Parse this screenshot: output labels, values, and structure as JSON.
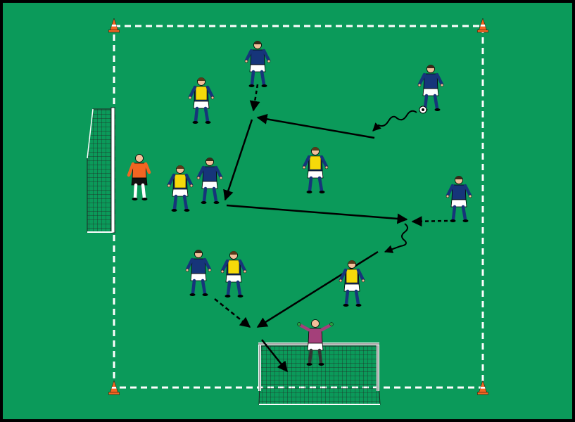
{
  "colors": {
    "pitch": "#0b9a5a",
    "border": "#000000",
    "boundary_line": "#ffffff",
    "cone": "#f26522",
    "team_blue_shirt": "#16357a",
    "team_blue_socks": "#16357a",
    "team_bib": "#f5d90a",
    "shorts": "#ffffff",
    "goalkeeper_top_orange": "#f26522",
    "goalkeeper_top_purple": "#a4407a",
    "skin": "#f2c09a",
    "arrow": "#000000"
  },
  "players": [
    {
      "team": "blue",
      "role": "attacker"
    },
    {
      "team": "blue",
      "role": "attacker-with-ball"
    },
    {
      "team": "yellow-bib",
      "role": "defender"
    },
    {
      "team": "yellow-bib",
      "role": "defender"
    },
    {
      "team": "blue",
      "role": "attacker"
    },
    {
      "team": "orange",
      "role": "goalkeeper"
    },
    {
      "team": "yellow-bib",
      "role": "defender"
    },
    {
      "team": "blue",
      "role": "attacker"
    },
    {
      "team": "blue",
      "role": "attacker"
    },
    {
      "team": "yellow-bib",
      "role": "defender"
    },
    {
      "team": "yellow-bib",
      "role": "defender"
    },
    {
      "team": "purple",
      "role": "goalkeeper"
    }
  ],
  "movements": [
    {
      "type": "dribble",
      "icon": "squiggle-arrow-icon"
    },
    {
      "type": "pass",
      "icon": "solid-arrow-icon"
    },
    {
      "type": "run",
      "icon": "dashed-arrow-icon"
    },
    {
      "type": "shot",
      "icon": "solid-arrow-icon"
    }
  ],
  "goals": [
    {
      "name": "side-goal",
      "icon": "net-icon"
    },
    {
      "name": "main-goal",
      "icon": "net-icon"
    }
  ],
  "cones": 4
}
